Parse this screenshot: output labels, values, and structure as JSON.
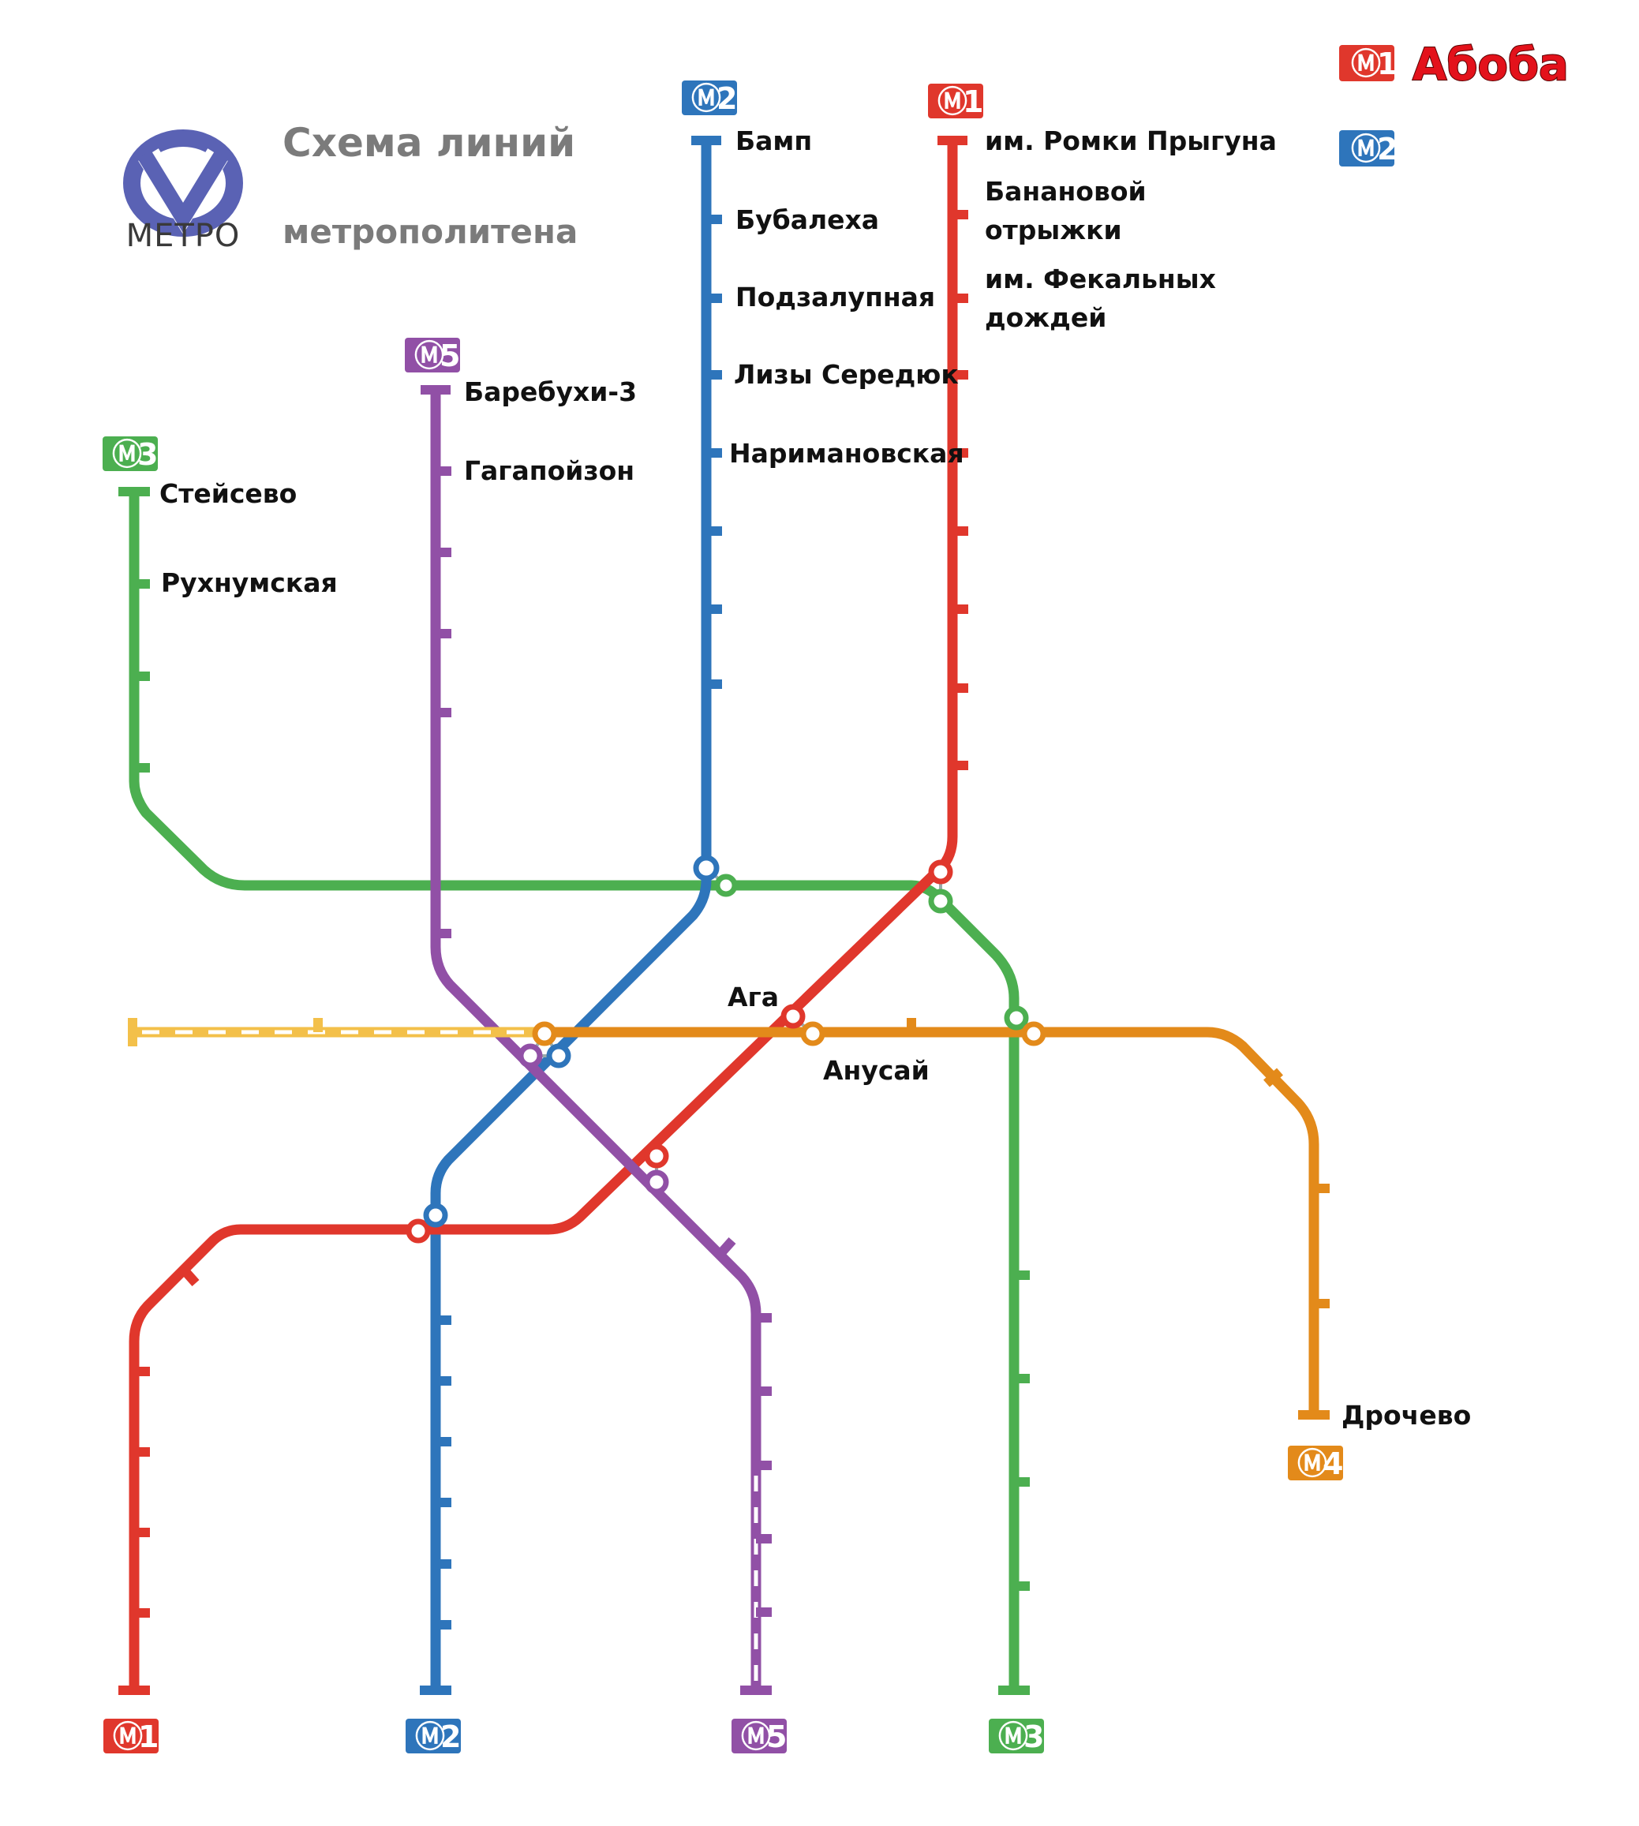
{
  "header": {
    "title_line1": "Схема линий",
    "title_line2": "метрополитена",
    "logo_text": "МЕТРО"
  },
  "legend": {
    "red_badge": "1",
    "red_label": "Абоба",
    "blue_badge": "2"
  },
  "colors": {
    "line1": "#e0372c",
    "line2": "#2e75bb",
    "line3": "#4caf50",
    "line4": "#e38a1a",
    "line4_dashed": "#f3c04a",
    "line5": "#9150a6",
    "logo": "#5a62b4"
  },
  "lines": [
    {
      "id": "line1",
      "number": "1",
      "color": "#e0372c"
    },
    {
      "id": "line2",
      "number": "2",
      "color": "#2e75bb"
    },
    {
      "id": "line3",
      "number": "3",
      "color": "#4caf50"
    },
    {
      "id": "line4",
      "number": "4",
      "color": "#e38a1a"
    },
    {
      "id": "line5",
      "number": "5",
      "color": "#9150a6"
    }
  ],
  "stations": {
    "l1": [
      "им. Ромки Прыгуна",
      "Банановой",
      "отрыжки",
      "им. Фекальных",
      "дождей"
    ],
    "l2": [
      "Бамп",
      "Бубалеха",
      "Подзалупная",
      "Лизы Середюк",
      "Наримановская"
    ],
    "l3": [
      "Стейсево",
      "Рухнумская"
    ],
    "l5": [
      "Баребухи-3",
      "Гагапойзон"
    ],
    "l4": [
      "Дрочево"
    ],
    "center": [
      "Ага",
      "Анусай"
    ]
  }
}
